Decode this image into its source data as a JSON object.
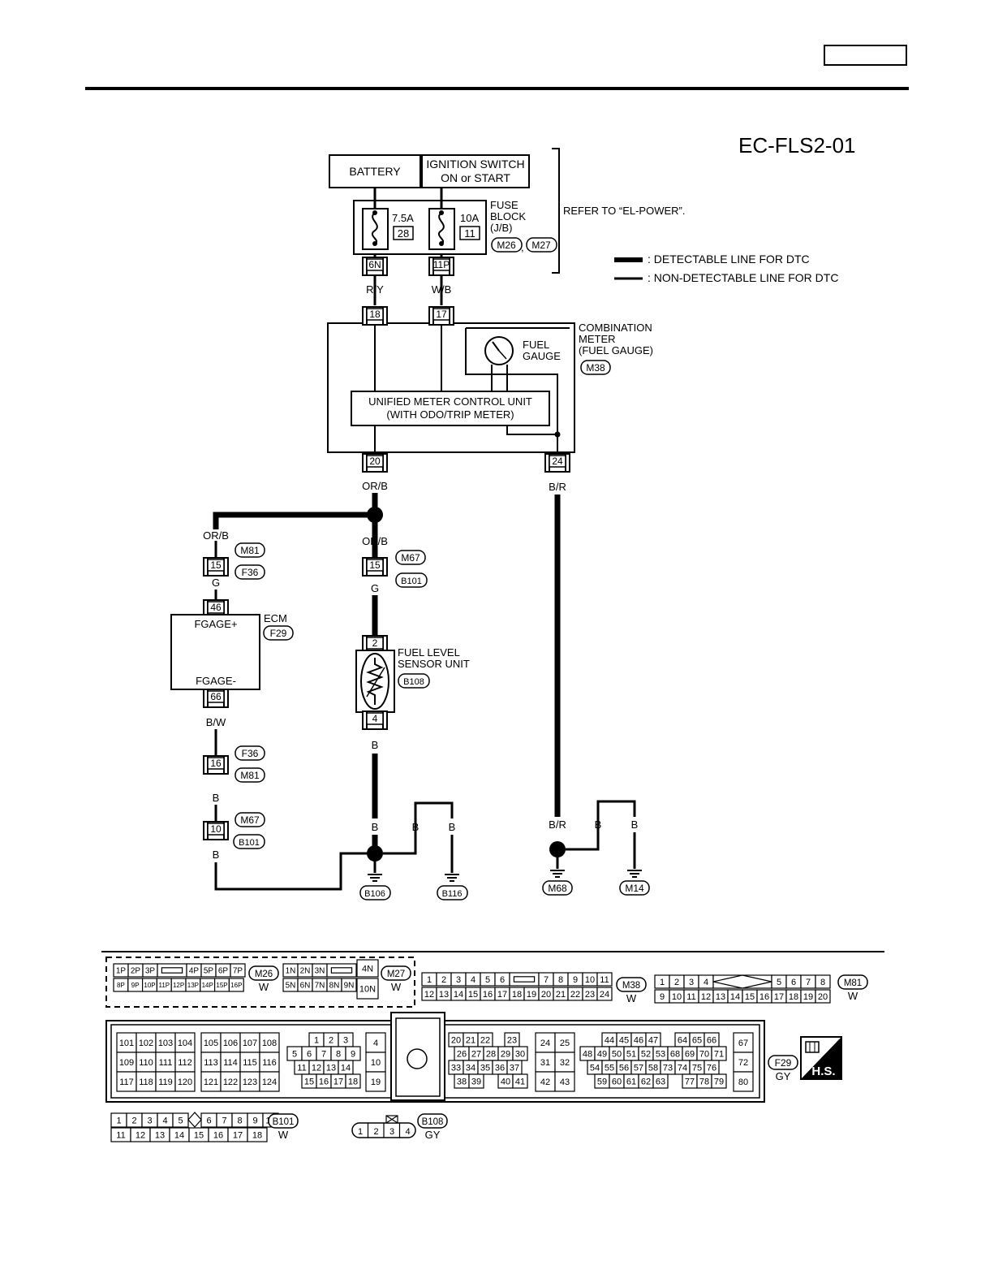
{
  "page_code": "",
  "diagram_id": "EC-FLS2-01",
  "refer_note": "REFER TO “EL-POWER”.",
  "legend": {
    "detectable": ": DETECTABLE LINE FOR DTC",
    "non_detectable": ": NON-DETECTABLE LINE FOR DTC"
  },
  "power": {
    "battery": "BATTERY",
    "ign_line1": "IGNITION SWITCH",
    "ign_line2": "ON or START"
  },
  "fuse_block": {
    "line1": "FUSE",
    "line2": "BLOCK",
    "line3": "(J/B)",
    "conn1": "M26",
    "conn2": "M27",
    "comma": ",",
    "fuse1": {
      "amps": "7.5A",
      "num": "28",
      "terminal": "6N"
    },
    "fuse2": {
      "amps": "10A",
      "num": "11",
      "terminal": "11P"
    }
  },
  "wires": {
    "ry": "R/Y",
    "wb": "W/B",
    "orb": "OR/B",
    "br": "B/R",
    "g": "G",
    "bw": "B/W",
    "b": "B"
  },
  "combination_meter": {
    "line1": "COMBINATION",
    "line2": "METER",
    "line3": "(FUEL GAUGE)",
    "conn": "M38",
    "t18": "18",
    "t17": "17",
    "t20": "20",
    "t24": "24",
    "gauge1": "FUEL",
    "gauge2": "GAUGE",
    "unit1": "UNIFIED METER CONTROL UNIT",
    "unit2": "(WITH ODO/TRIP METER)"
  },
  "joints": {
    "j1": {
      "terminal": "15",
      "conn_a": "M81",
      "conn_b": "F36"
    },
    "j2": {
      "terminal": "15",
      "conn_a": "M67",
      "conn_b": "B101"
    },
    "j3": {
      "terminal": "16",
      "conn_a": "F36",
      "conn_b": "M81"
    },
    "j4": {
      "terminal": "10",
      "conn_a": "M67",
      "conn_b": "B101"
    }
  },
  "ecm": {
    "label": "ECM",
    "conn": "F29",
    "t46": "46",
    "t66": "66",
    "pin_pos": "FGAGE+",
    "pin_neg": "FGAGE-"
  },
  "sensor": {
    "line1": "FUEL LEVEL",
    "line2": "SENSOR UNIT",
    "conn": "B108",
    "t2": "2",
    "t4": "4"
  },
  "grounds": {
    "g1": "B106",
    "g2": "B116",
    "g3": "M68",
    "g4": "M14"
  },
  "connectors": {
    "m26": {
      "name": "M26",
      "color": "W",
      "row1": [
        "1P",
        "2P",
        "3P",
        "",
        "4P",
        "5P",
        "6P",
        "7P"
      ],
      "row2": [
        "8P",
        "9P",
        "10P",
        "11P",
        "12P",
        "13P",
        "14P",
        "15P",
        "16P"
      ]
    },
    "m27": {
      "name": "M27",
      "color": "W",
      "row1": [
        "1N",
        "2N",
        "3N",
        ""
      ],
      "row2": [
        "5N",
        "6N",
        "7N",
        "8N",
        "9N"
      ],
      "side1": "4N",
      "side2": "10N"
    },
    "m38": {
      "name": "M38",
      "color": "W",
      "row1": [
        "1",
        "2",
        "3",
        "4",
        "5",
        "6",
        "",
        "7",
        "8",
        "9",
        "10",
        "11"
      ],
      "row2": [
        "12",
        "13",
        "14",
        "15",
        "16",
        "17",
        "18",
        "19",
        "20",
        "21",
        "22",
        "23",
        "24"
      ]
    },
    "m81": {
      "name": "M81",
      "color": "W",
      "row1": [
        "1",
        "2",
        "3",
        "4",
        "",
        "5",
        "6",
        "7",
        "8"
      ],
      "row2": [
        "9",
        "10",
        "11",
        "12",
        "13",
        "14",
        "15",
        "16",
        "17",
        "18",
        "19",
        "20"
      ]
    },
    "f29": {
      "name": "F29",
      "color": "GY",
      "blockA": [
        [
          "101",
          "102",
          "103",
          "104"
        ],
        [
          "109",
          "110",
          "111",
          "112"
        ],
        [
          "117",
          "118",
          "119",
          "120"
        ]
      ],
      "blockB": [
        [
          "105",
          "106",
          "107",
          "108"
        ],
        [
          "113",
          "114",
          "115",
          "116"
        ],
        [
          "121",
          "122",
          "123",
          "124"
        ]
      ],
      "blockC": [
        [
          "1",
          "2",
          "3"
        ],
        [
          "5",
          "6",
          "7",
          "8",
          "9"
        ],
        [
          "11",
          "12",
          "13",
          "14"
        ],
        [
          "15",
          "16",
          "17",
          "18"
        ]
      ],
      "blockD": [
        "4",
        "10",
        "19"
      ],
      "blockE": [
        [
          "20",
          "21",
          "22",
          "23"
        ],
        [
          "26",
          "27",
          "28",
          "29",
          "30"
        ],
        [
          "33",
          "34",
          "35",
          "36",
          "37"
        ],
        [
          "38",
          "39",
          "40",
          "41"
        ]
      ],
      "blockF": [
        [
          "24",
          "25"
        ],
        [
          "31",
          "32"
        ],
        [
          "42",
          "43"
        ]
      ],
      "blockG": [
        [
          "44",
          "45",
          "46",
          "47",
          "64",
          "65",
          "66"
        ],
        [
          "48",
          "49",
          "50",
          "51",
          "52",
          "53",
          "68",
          "69",
          "70",
          "71"
        ],
        [
          "54",
          "55",
          "56",
          "57",
          "58",
          "73",
          "74",
          "75",
          "76"
        ],
        [
          "59",
          "60",
          "61",
          "62",
          "63",
          "77",
          "78",
          "79"
        ]
      ],
      "blockH": [
        "67",
        "72",
        "80"
      ]
    },
    "b101": {
      "name": "B101",
      "color": "W",
      "row1": [
        "1",
        "2",
        "3",
        "4",
        "5",
        "",
        "6",
        "7",
        "8",
        "9",
        "10"
      ],
      "row2": [
        "11",
        "12",
        "13",
        "14",
        "15",
        "16",
        "17",
        "18"
      ]
    },
    "b108": {
      "name": "B108",
      "color": "GY",
      "pins": [
        "1",
        "2",
        "3",
        "4"
      ]
    }
  },
  "hs_badge": "H.S."
}
